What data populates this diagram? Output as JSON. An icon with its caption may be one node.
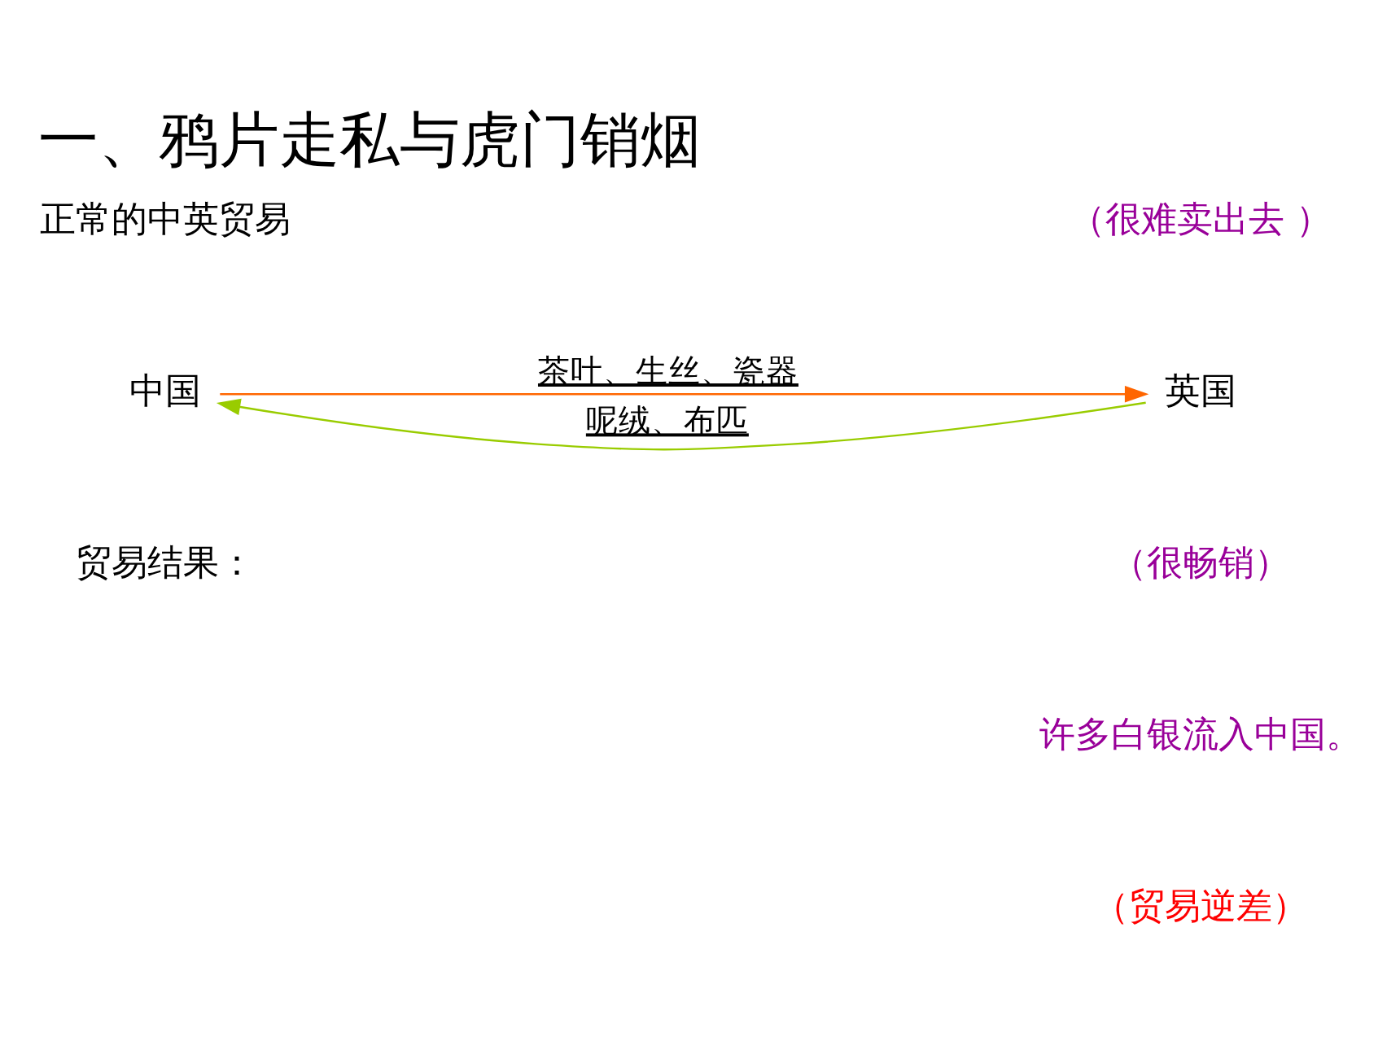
{
  "diagram": {
    "title": "一、鸦片走私与虎门销烟",
    "nodes": [
      {
        "text": [
          "中国"
        ]
      },
      {
        "text": [
          "英国"
        ]
      }
    ],
    "edges": [
      {
        "from": 1,
        "to": 0,
        "arrow": "to",
        "label": "呢绒、布匹",
        "color": "#99cc00"
      },
      {
        "from": 0,
        "to": 1,
        "arrow": "to",
        "label": "茶叶、生丝、瓷器",
        "color": "#ff6600"
      }
    ],
    "labels": [
      "正常的中英贸易",
      "（很难卖出去 ）",
      "（很畅销）",
      "贸易结果：",
      "许多白银流入中国。",
      "（贸易逆差）"
    ]
  }
}
